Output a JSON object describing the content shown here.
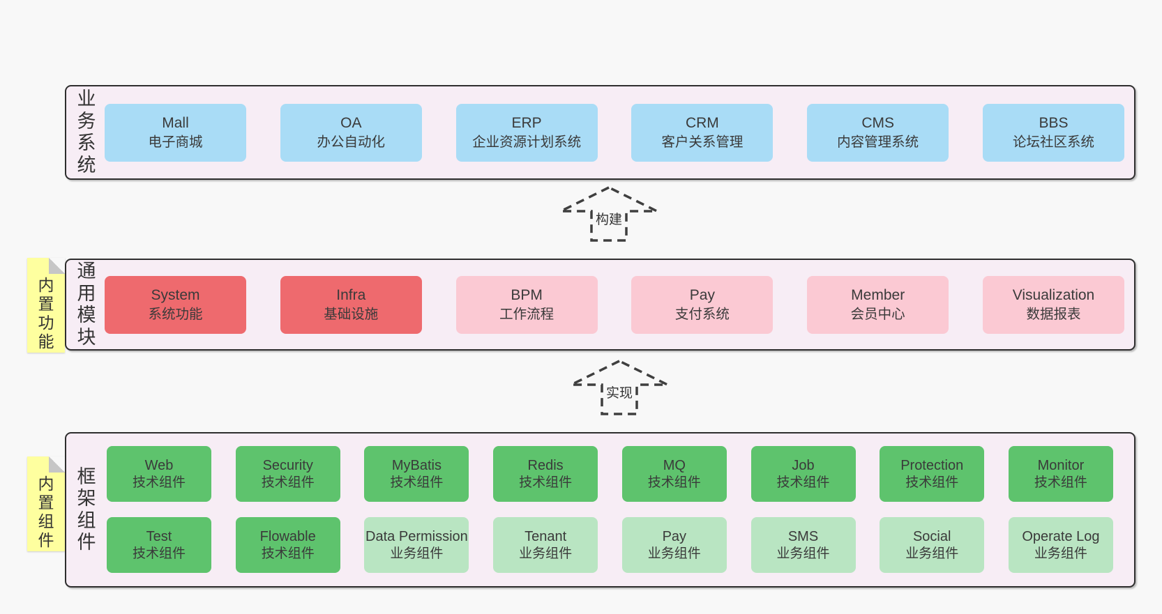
{
  "colors": {
    "page_bg": "#f8f8f8",
    "band_bg": "#f7edf5",
    "band_border": "#2e2e2e",
    "blue": "#a9dcf6",
    "red": "#ee6a6e",
    "pink": "#fbc9d3",
    "green_dark": "#5ec36d",
    "green_light": "#b9e5c2",
    "sticky": "#feff9f",
    "fold": "#c6c6c6",
    "text": "#3a3a3a",
    "arrow": "#3f3f3f"
  },
  "bands": [
    {
      "label": "业务系统",
      "boxes": [
        {
          "title": "Mall",
          "subtitle": "电子商城",
          "type": "blue"
        },
        {
          "title": "OA",
          "subtitle": "办公自动化",
          "type": "blue"
        },
        {
          "title": "ERP",
          "subtitle": "企业资源计划系统",
          "type": "blue"
        },
        {
          "title": "CRM",
          "subtitle": "客户关系管理",
          "type": "blue"
        },
        {
          "title": "CMS",
          "subtitle": "内容管理系统",
          "type": "blue"
        },
        {
          "title": "BBS",
          "subtitle": "论坛社区系统",
          "type": "blue"
        }
      ]
    },
    {
      "label": "通用模块",
      "sticky": "内置功能",
      "boxes": [
        {
          "title": "System",
          "subtitle": "系统功能",
          "type": "red"
        },
        {
          "title": "Infra",
          "subtitle": "基础设施",
          "type": "red"
        },
        {
          "title": "BPM",
          "subtitle": "工作流程",
          "type": "pink"
        },
        {
          "title": "Pay",
          "subtitle": "支付系统",
          "type": "pink"
        },
        {
          "title": "Member",
          "subtitle": "会员中心",
          "type": "pink"
        },
        {
          "title": "Visualization",
          "subtitle": "数据报表",
          "type": "pink"
        }
      ]
    },
    {
      "label": "框架组件",
      "sticky": "内置组件",
      "rows": [
        [
          {
            "title": "Web",
            "subtitle": "技术组件",
            "type": "green-dark"
          },
          {
            "title": "Security",
            "subtitle": "技术组件",
            "type": "green-dark"
          },
          {
            "title": "MyBatis",
            "subtitle": "技术组件",
            "type": "green-dark"
          },
          {
            "title": "Redis",
            "subtitle": "技术组件",
            "type": "green-dark"
          },
          {
            "title": "MQ",
            "subtitle": "技术组件",
            "type": "green-dark"
          },
          {
            "title": "Job",
            "subtitle": "技术组件",
            "type": "green-dark"
          },
          {
            "title": "Protection",
            "subtitle": "技术组件",
            "type": "green-dark"
          },
          {
            "title": "Monitor",
            "subtitle": "技术组件",
            "type": "green-dark"
          }
        ],
        [
          {
            "title": "Test",
            "subtitle": "技术组件",
            "type": "green-dark"
          },
          {
            "title": "Flowable",
            "subtitle": "技术组件",
            "type": "green-dark"
          },
          {
            "title": "Data Permission",
            "subtitle": "业务组件",
            "type": "green-light"
          },
          {
            "title": "Tenant",
            "subtitle": "业务组件",
            "type": "green-light"
          },
          {
            "title": "Pay",
            "subtitle": "业务组件",
            "type": "green-light"
          },
          {
            "title": "SMS",
            "subtitle": "业务组件",
            "type": "green-light"
          },
          {
            "title": "Social",
            "subtitle": "业务组件",
            "type": "green-light"
          },
          {
            "title": "Operate Log",
            "subtitle": "业务组件",
            "type": "green-light"
          }
        ]
      ]
    }
  ],
  "arrows": [
    {
      "label": "构建"
    },
    {
      "label": "实现"
    }
  ]
}
